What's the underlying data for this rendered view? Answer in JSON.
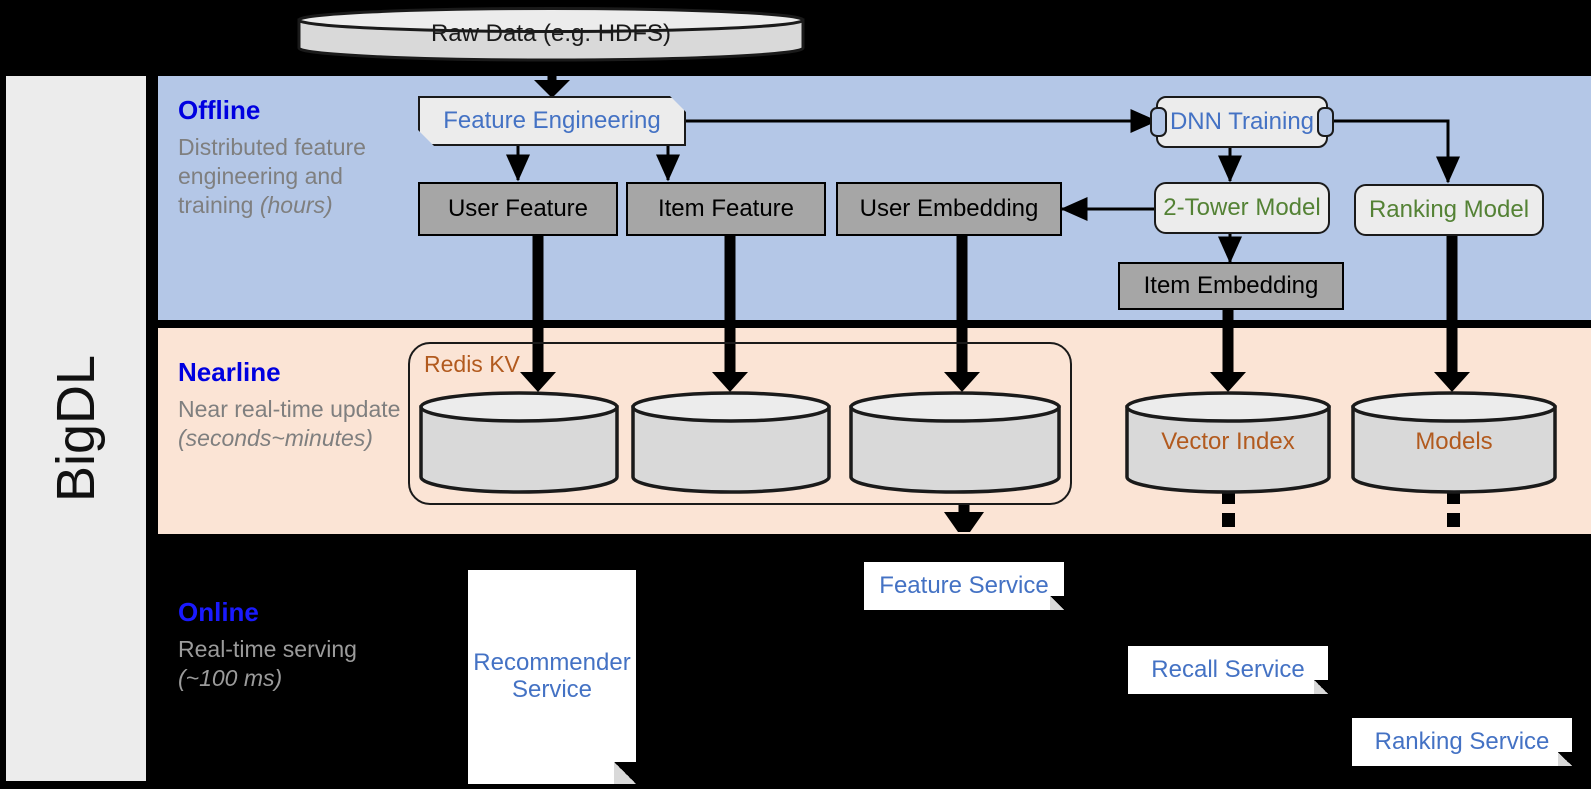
{
  "sidebar": {
    "label": "BigDL"
  },
  "source": {
    "label": "Raw Data (e.g. HDFS)"
  },
  "bands": {
    "offline": {
      "title": "Offline",
      "desc_line1": "Distributed feature engineering and training ",
      "desc_em": "(hours)"
    },
    "nearline": {
      "title": "Nearline",
      "desc_line1": "Near real-time update ",
      "desc_em": "(seconds~minutes)"
    },
    "online": {
      "title": "Online",
      "desc_line1": "Real-time serving ",
      "desc_em": "(~100 ms)"
    }
  },
  "offline_nodes": {
    "feature_engineering": "Feature Engineering",
    "dnn_training": "DNN Training",
    "user_feature": "User Feature",
    "item_feature": "Item Feature",
    "user_embedding": "User Embedding",
    "two_tower_model": "2-Tower Model",
    "ranking_model": "Ranking Model",
    "item_embedding": "Item Embedding"
  },
  "nearline_nodes": {
    "redis_kv": "Redis KV",
    "store_user_feature": "",
    "store_item_feature": "",
    "store_user_embedding": "",
    "vector_index": "Vector Index",
    "models": "Models"
  },
  "online_nodes": {
    "recommender_service": "Recommender Service",
    "feature_service": "Feature Service",
    "recall_service": "Recall Service",
    "ranking_service": "Ranking Service"
  },
  "colors": {
    "offline_band": "#b4c7e7",
    "nearline_band": "#fbe4d5",
    "online_band": "#000000",
    "sidebar": "#ececec",
    "grey_box": "#a6a6a6",
    "light_box": "#ececec",
    "blue_text": "#4472c4",
    "green_text": "#548235",
    "brown_text": "#b25a1e",
    "band_title": "#0000e0",
    "band_desc": "#7f7f7f"
  }
}
